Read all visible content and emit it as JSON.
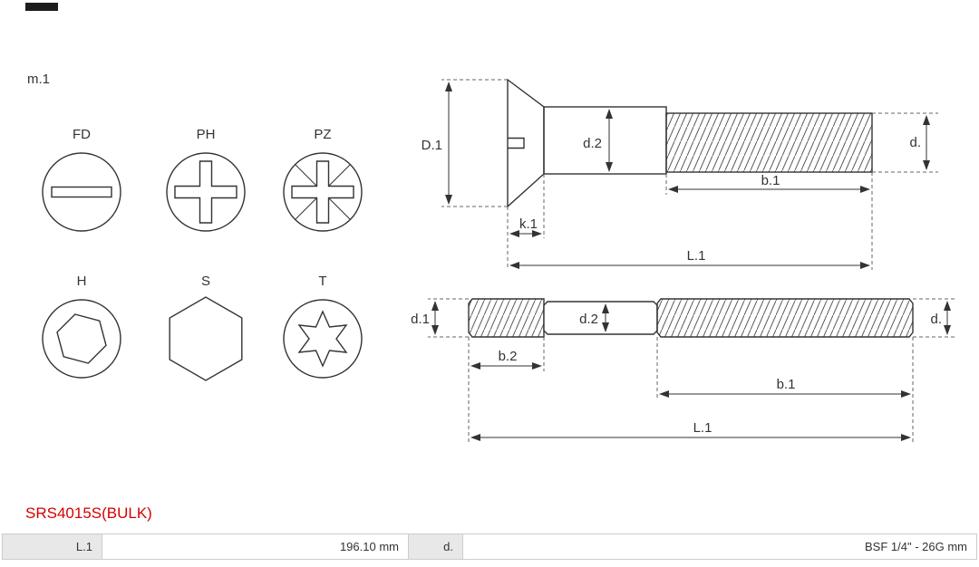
{
  "header": {
    "variant_label": "m.1"
  },
  "head_types": {
    "items": [
      {
        "label": "FD",
        "icon": "slotted-drive-icon"
      },
      {
        "label": "PH",
        "icon": "phillips-drive-icon"
      },
      {
        "label": "PZ",
        "icon": "pozidriv-drive-icon"
      },
      {
        "label": "H",
        "icon": "hex-socket-drive-icon"
      },
      {
        "label": "S",
        "icon": "hex-head-icon"
      },
      {
        "label": "T",
        "icon": "torx-drive-icon"
      }
    ]
  },
  "diagrams": {
    "countersunk_screw": {
      "labels": {
        "D1": "D.1",
        "d2": "d.2",
        "d": "d.",
        "b1": "b.1",
        "k1": "k.1",
        "L1": "L.1"
      }
    },
    "stud": {
      "labels": {
        "d1": "d.1",
        "d2": "d.2",
        "d": "d.",
        "b2": "b.2",
        "b1": "b.1",
        "L1": "L.1"
      }
    }
  },
  "product_code": "SRS4015S(BULK)",
  "spec_table": {
    "rows": [
      {
        "label": "L.1",
        "value": "196.10 mm"
      },
      {
        "label": "d.",
        "value": "BSF 1/4\" - 26G mm"
      }
    ]
  },
  "colors": {
    "accent_red": "#d40000",
    "line": "#333333",
    "table_label_bg": "#e8e8e8",
    "table_border": "#cccccc"
  }
}
